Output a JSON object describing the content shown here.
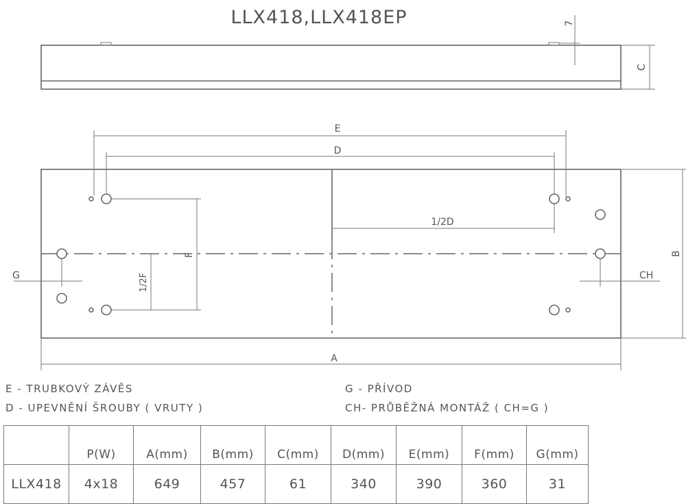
{
  "title": "LLX418,LLX418EP",
  "dimensions": {
    "A": "A",
    "B": "B",
    "C": "C",
    "D": "D",
    "E": "E",
    "F": "F",
    "G": "G",
    "CH": "CH",
    "seven": "7",
    "halfD": "1/2D",
    "halfF": "1/2F"
  },
  "legend": {
    "E": "E - TRUBKOVÝ ZÁVĚS",
    "D": "D - UPEVNĚNÍ ŠROUBY ( VRUTY )",
    "G": "G - PŘÍVOD",
    "CH": "CH- PRŮBĚŽNÁ MONTÁŽ ( CH=G )"
  },
  "table": {
    "headers": [
      "",
      "P(W)",
      "A(mm)",
      "B(mm)",
      "C(mm)",
      "D(mm)",
      "E(mm)",
      "F(mm)",
      "G(mm)"
    ],
    "rows": [
      [
        "LLX418",
        "4x18",
        "649",
        "457",
        "61",
        "340",
        "390",
        "360",
        "31"
      ]
    ]
  }
}
